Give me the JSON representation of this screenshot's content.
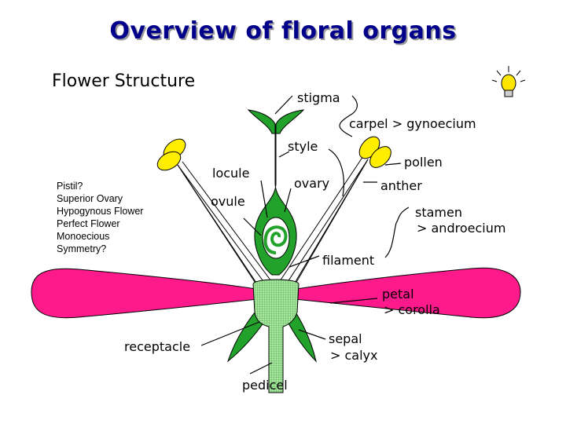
{
  "slide_title": "Overview of floral organs",
  "diagram_title": "Flower Structure",
  "questions": [
    "Pistil?",
    "Superior Ovary",
    "Hypogynous Flower",
    "Perfect Flower",
    "Monoecious",
    "Symmetry?"
  ],
  "labels": {
    "stigma": "stigma",
    "carpel": "carpel > gynoecium",
    "style": "style",
    "pollen": "pollen",
    "locule": "locule",
    "ovary": "ovary",
    "anther": "anther",
    "ovule": "ovule",
    "stamen_1": "stamen",
    "stamen_2": "> androecium",
    "filament": "filament",
    "petal_1": "petal",
    "petal_2": "> corolla",
    "receptacle": "receptacle",
    "sepal_1": "sepal",
    "sepal_2": "> calyx",
    "pedicel": "pedicel"
  },
  "colors": {
    "petal": "#ff1a8c",
    "green": "#22a22a",
    "anther": "#ffee00",
    "title": "#00008b",
    "receptacle": "#a8e6a0"
  },
  "icons": [
    "lightbulb-icon"
  ]
}
